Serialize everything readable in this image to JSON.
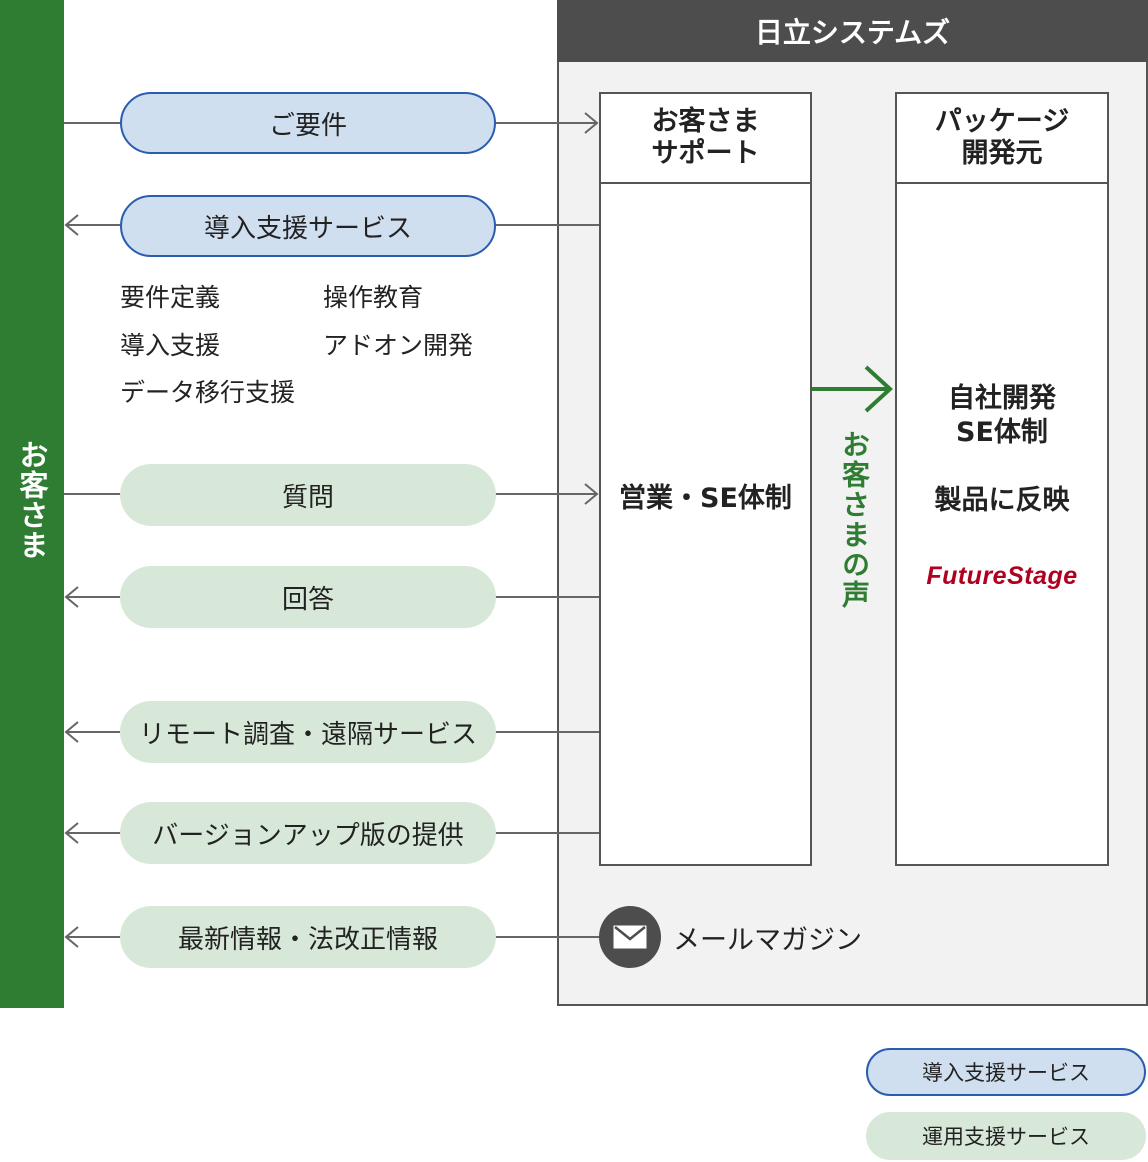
{
  "customer": {
    "label": "お客さま"
  },
  "company": {
    "title": "日立システムズ"
  },
  "support_box": {
    "header": "お客さま\nサポート",
    "body": "営業・SE体制"
  },
  "package_box": {
    "header": "パッケージ\n開発元",
    "body_line1": "自社開発\nSE体制",
    "body_line2": "製品に反映",
    "logo": "FutureStage"
  },
  "voice": {
    "label": "お客さまの声"
  },
  "flows": [
    {
      "label": "ご要件",
      "type": "intro",
      "direction": "to-company"
    },
    {
      "label": "導入支援サービス",
      "type": "intro",
      "direction": "to-customer"
    },
    {
      "label": "質問",
      "type": "operation",
      "direction": "to-company"
    },
    {
      "label": "回答",
      "type": "operation",
      "direction": "to-customer"
    },
    {
      "label": "リモート調査・遠隔サービス",
      "type": "operation",
      "direction": "to-customer"
    },
    {
      "label": "バージョンアップ版の提供",
      "type": "operation",
      "direction": "to-customer"
    },
    {
      "label": "最新情報・法改正情報",
      "type": "operation",
      "direction": "to-customer"
    }
  ],
  "intro_items": [
    "要件定義",
    "操作教育",
    "導入支援",
    "アドオン開発",
    "データ移行支援"
  ],
  "mail": {
    "label": "メールマガジン",
    "icon": "envelope-icon"
  },
  "legend": [
    {
      "label": "導入支援サービス",
      "color": "#d0dff0",
      "border": "#2a5db0"
    },
    {
      "label": "運用支援サービス",
      "color": "#d8e8d8"
    }
  ],
  "colors": {
    "accent_green": "#2e7d32",
    "dark_gray": "#4d4d4d",
    "logo_red": "#b00020"
  }
}
